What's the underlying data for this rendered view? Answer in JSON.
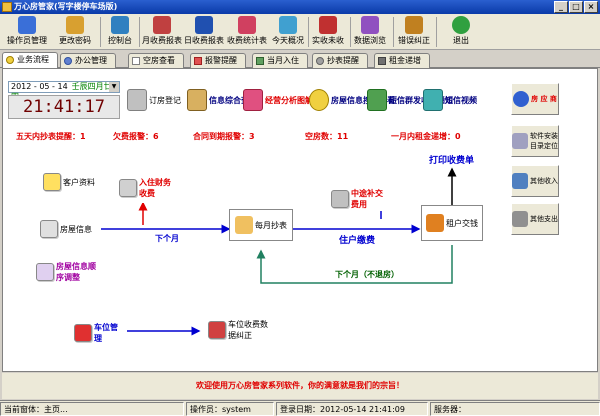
{
  "window": {
    "title": "万心房管家(写字楼停车场版)"
  },
  "toolbar": [
    {
      "label": "操作员管理",
      "icon": "users-icon",
      "color": "#3a6fd8"
    },
    {
      "label": "更改密码",
      "icon": "key-icon",
      "color": "#d8a030"
    },
    {
      "label": "控制台",
      "icon": "monitor-icon",
      "color": "#3080c0"
    },
    {
      "label": "月收费报表",
      "icon": "report-icon",
      "color": "#c04040"
    },
    {
      "label": "日收费报表",
      "icon": "report-icon",
      "color": "#2050b0"
    },
    {
      "label": "收费统计表",
      "icon": "chart-icon",
      "color": "#d04060"
    },
    {
      "label": "今天概况",
      "icon": "calendar-icon",
      "color": "#40a0d0"
    },
    {
      "label": "实收未收",
      "icon": "wallet-icon",
      "color": "#c03030"
    },
    {
      "label": "数据浏览",
      "icon": "data-icon",
      "color": "#9050c0"
    },
    {
      "label": "错误纠正",
      "icon": "tool-icon",
      "color": "#c08020"
    },
    {
      "label": "退出",
      "icon": "exit-icon",
      "color": "#30a040"
    }
  ],
  "tabs": [
    {
      "label": "业务流程"
    },
    {
      "label": "办公管理"
    },
    {
      "label": "空房查看"
    },
    {
      "label": "报警提醒"
    },
    {
      "label": "当月入住"
    },
    {
      "label": "抄表提醒"
    },
    {
      "label": "租金递增"
    }
  ],
  "date": {
    "value": "2012 - 05 - 14",
    "lunar": "壬辰四月廿四",
    "arrow": "▼"
  },
  "clock": "21:41:17",
  "quick": {
    "order": "订房登记",
    "info": "信息综合查询",
    "analysis": "经营分析图解",
    "house_group": "房屋信息按行查看",
    "sms": "短信群发收费通知",
    "sms_video": "短信视频",
    "house_merchant": "房 应 商"
  },
  "stats": [
    "五天内抄表提醒：1",
    "欠费报警：6",
    "合同到期报警：3",
    "空房数：11",
    "一月内租金递增：0"
  ],
  "right_buttons": [
    "软件安装目录定位",
    "其他收入",
    "其他支出"
  ],
  "flow": {
    "customer": "客户资料",
    "deposit": "入住财务收费",
    "house": "房屋信息",
    "house_adjust": "房屋信息顺序调整",
    "monthly": "每月抄表",
    "midterm": "中途补交费用",
    "tenant": "租户交钱",
    "print": "打印收费单",
    "next_month": "下个月",
    "fee": "住户缴费",
    "next_month_loop": "下个月（不退房）",
    "parking": "车位管理",
    "parking_fix": "车位收费数据纠正"
  },
  "welcome": "欢迎使用万心房管家系列软件，你的满意就是我们的宗旨！",
  "status": {
    "window": "当前窗体：主页...",
    "operator": "操作员：system",
    "login": "登录日期：2012-05-14 21:41:09",
    "server": "服务器："
  }
}
